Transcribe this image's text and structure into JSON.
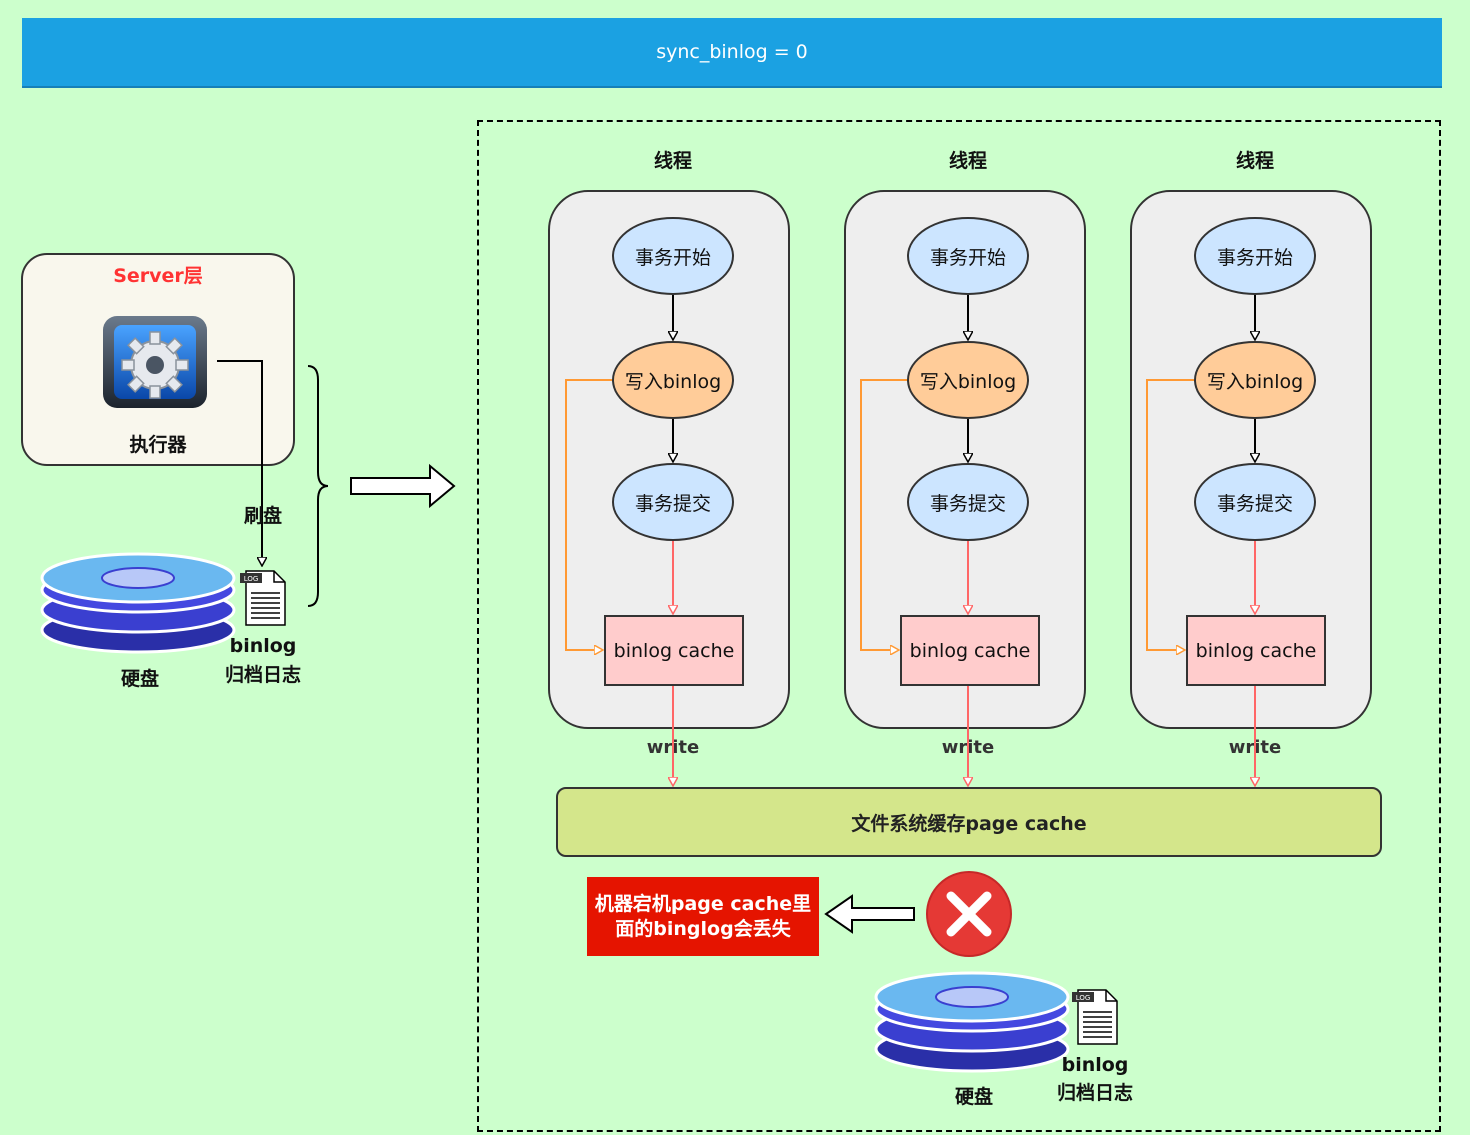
{
  "header": {
    "title": "sync_binlog = 0"
  },
  "server": {
    "title": "Server层",
    "executor_label": "执行器"
  },
  "flush_label": "刷盘",
  "left_disk": {
    "disk_label": "硬盘",
    "log_name": "binlog",
    "log_desc": "归档日志"
  },
  "threads": [
    {
      "title": "线程",
      "start": "事务开始",
      "write": "写入binlog",
      "commit": "事务提交",
      "cache": "binlog cache",
      "write_label": "write"
    },
    {
      "title": "线程",
      "start": "事务开始",
      "write": "写入binlog",
      "commit": "事务提交",
      "cache": "binlog cache",
      "write_label": "write"
    },
    {
      "title": "线程",
      "start": "事务开始",
      "write": "写入binlog",
      "commit": "事务提交",
      "cache": "binlog cache",
      "write_label": "write"
    }
  ],
  "page_cache_label": "文件系统缓存page cache",
  "crash": {
    "line1": "机器宕机page cache里",
    "line2": "面的binglog会丢失"
  },
  "bottom_disk": {
    "disk_label": "硬盘",
    "log_name": "binlog",
    "log_desc": "归档日志"
  },
  "colors": {
    "header": "#1ba1e2",
    "background": "#ccffcc",
    "crash_box": "#e51400",
    "page_cache": "#d4e68b",
    "arrow_red": "#ff6666",
    "arrow_orange": "#ff9933"
  }
}
